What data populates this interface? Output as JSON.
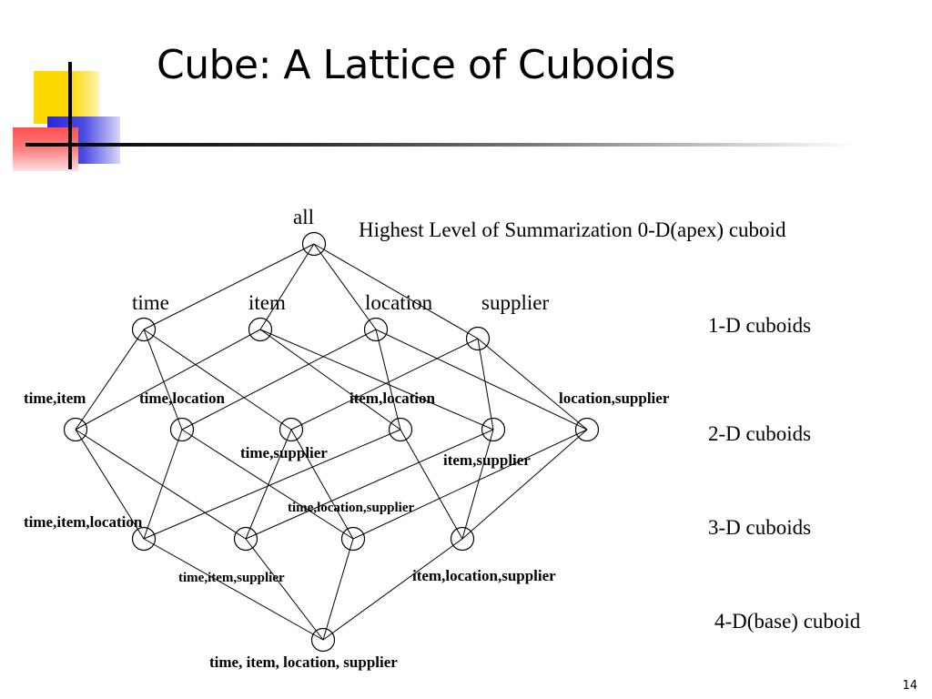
{
  "slide": {
    "title": "Cube: A Lattice of Cuboids",
    "page_number": "14"
  },
  "side_labels": {
    "apex": "Highest Level of Summarization  0-D(apex) cuboid",
    "one_d": "1-D cuboids",
    "two_d": "2-D cuboids",
    "three_d": "3-D cuboids",
    "base": "4-D(base) cuboid"
  },
  "lattice": {
    "nodes": {
      "all": "all",
      "time": "time",
      "item": "item",
      "location": "location",
      "supplier": "supplier",
      "time_item": "time,item",
      "time_location": "time,location",
      "time_supplier": "time,supplier",
      "item_location": "item,location",
      "item_supplier": "item,supplier",
      "location_supplier": "location,supplier",
      "time_item_location": "time,item,location",
      "time_item_supplier": "time,item,supplier",
      "time_location_supplier": "time,location,supplier",
      "item_location_supplier": "item,location,supplier",
      "base": "time, item, location, supplier"
    }
  }
}
